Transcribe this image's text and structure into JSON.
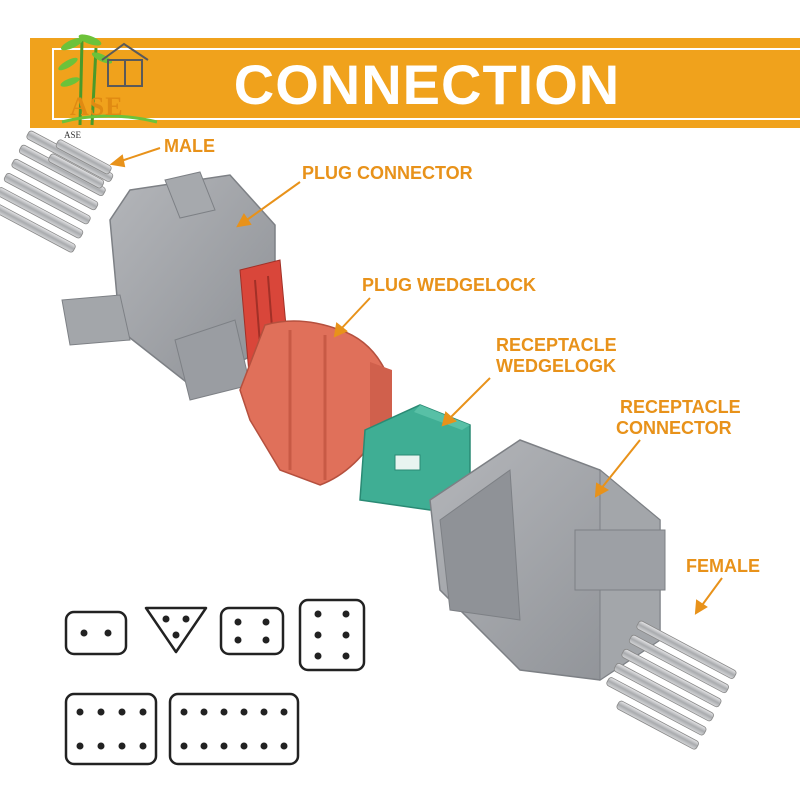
{
  "banner": {
    "title": "CONNECTION"
  },
  "logo": {
    "text": "ASE",
    "sub": "ASE"
  },
  "labels": {
    "male": "MALE",
    "plug_connector": "PLUG CONNECTOR",
    "plug_wedgelock": "PLUG WEDGELOCK",
    "receptacle_wedgelock_line1": "RECEPTACLE",
    "receptacle_wedgelock_line2": "WEDGELOGK",
    "receptacle_connector_line1": "RECEPTACLE",
    "receptacle_connector_line2": "CONNECTOR",
    "female": "FEMALE"
  },
  "colors": {
    "banner": "#f0a21c",
    "label": "#e8921a",
    "connector_gray": "#9b9ea3",
    "plug_wedgelock": "#e0705a",
    "receptacle_wedgelock": "#3fae94",
    "seal_red": "#d9463a"
  },
  "pin_layouts": [
    {
      "name": "2-pin",
      "pins": 2
    },
    {
      "name": "3-pin",
      "pins": 3
    },
    {
      "name": "4-pin",
      "pins": 4
    },
    {
      "name": "6-pin",
      "pins": 6
    },
    {
      "name": "8-pin",
      "pins": 8
    },
    {
      "name": "12-pin",
      "pins": 12
    }
  ]
}
